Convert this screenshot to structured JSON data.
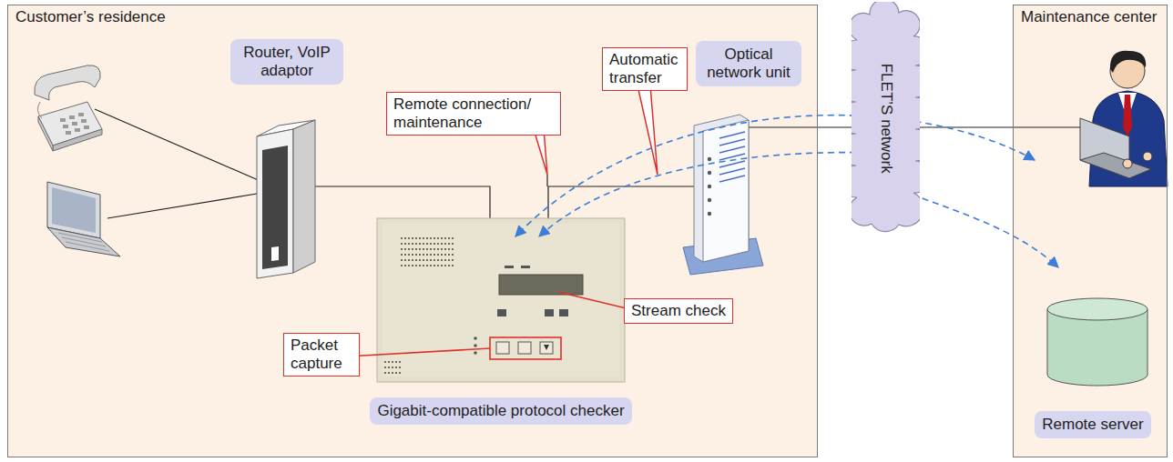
{
  "diagram": {
    "nodes": [
      {
        "text": [
          "Customer’s residence"
        ]
      },
      {
        "text": [
          "Router, VoIP adaptor"
        ],
        "in": 0
      },
      {
        "text": [
          "Remote connection/ maintenance"
        ],
        "in": 0
      },
      {
        "text": [
          "Automatic transfer"
        ],
        "in": 0
      },
      {
        "text": [
          "Optical network unit"
        ],
        "in": 0
      },
      {
        "text": [
          "Packet capture"
        ],
        "in": 0
      },
      {
        "text": [
          "Stream check"
        ],
        "in": 0
      },
      {
        "text": [
          "Gigabit-compatible protocol checker"
        ],
        "in": 0
      },
      {
        "text": [
          "FLET’S network"
        ]
      },
      {
        "text": [
          "Maintenance center"
        ]
      },
      {
        "text": [
          "Remote server"
        ],
        "in": 9
      }
    ]
  }
}
